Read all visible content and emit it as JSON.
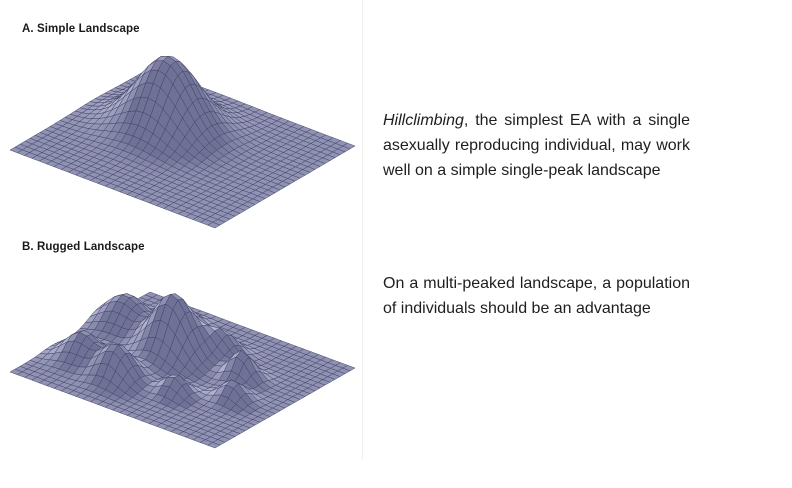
{
  "panels": [
    {
      "label": "A. Simple Landscape",
      "description_emph": "Hillclimbing",
      "description_rest": ", the simplest EA with a single asexually reproducing individual, may work well on a simple single-peak landscape",
      "peaks": [
        {
          "u": 0.36,
          "v": 0.4,
          "height": 1.0,
          "spread": 0.13
        }
      ]
    },
    {
      "label": "B. Rugged Landscape",
      "description_emph": "",
      "description_rest": "On a multi-peaked landscape, a population of individuals should be an advantage",
      "peaks": [
        {
          "u": 0.4,
          "v": 0.42,
          "height": 1.0,
          "spread": 0.09
        },
        {
          "u": 0.12,
          "v": 0.35,
          "height": 0.55,
          "spread": 0.09
        },
        {
          "u": 0.15,
          "v": 0.7,
          "height": 0.45,
          "spread": 0.07
        },
        {
          "u": 0.35,
          "v": 0.75,
          "height": 0.55,
          "spread": 0.07
        },
        {
          "u": 0.6,
          "v": 0.7,
          "height": 0.3,
          "spread": 0.05
        },
        {
          "u": 0.55,
          "v": 0.28,
          "height": 0.35,
          "spread": 0.06
        },
        {
          "u": 0.72,
          "v": 0.4,
          "height": 0.45,
          "spread": 0.05
        },
        {
          "u": 0.8,
          "v": 0.58,
          "height": 0.3,
          "spread": 0.05
        },
        {
          "u": 0.28,
          "v": 0.15,
          "height": 0.25,
          "spread": 0.05
        }
      ]
    }
  ],
  "colors": {
    "surface_light": "#b9bad6",
    "surface_dark": "#6f7196",
    "grid_line": "#3c3e62",
    "text": "#1e1e1e"
  }
}
